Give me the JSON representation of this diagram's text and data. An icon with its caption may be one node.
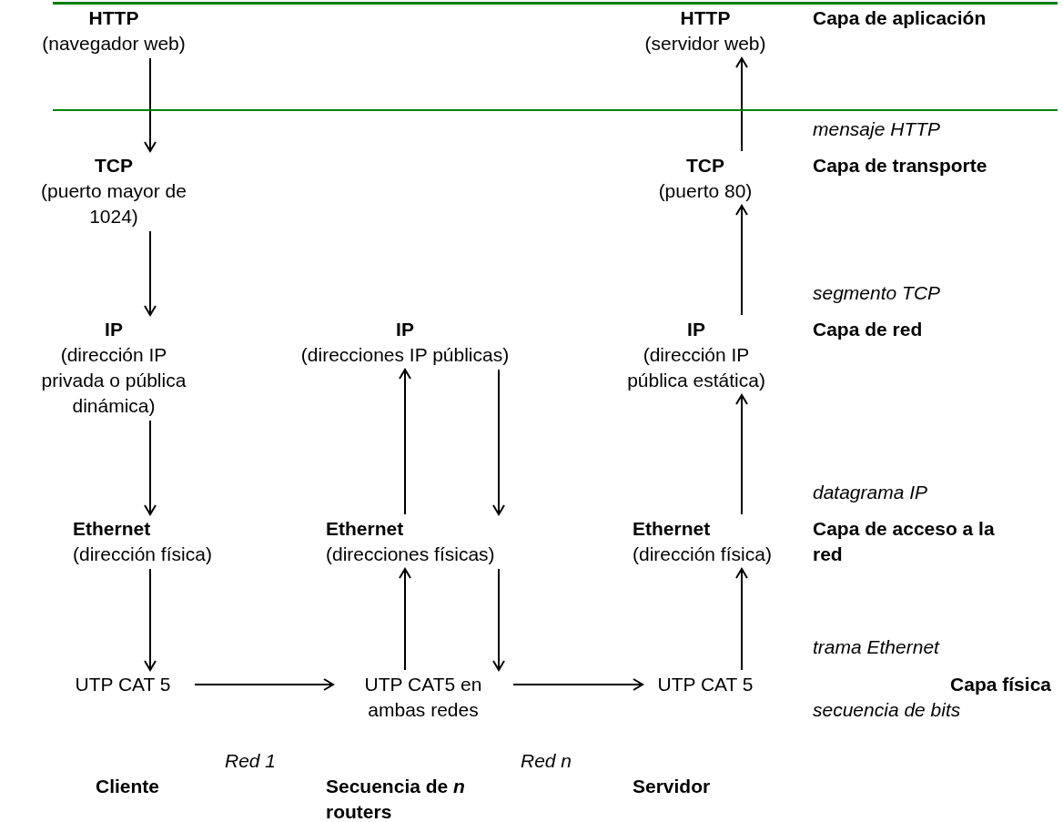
{
  "diagram": {
    "nodes": [
      {
        "text": [
          "HTTP",
          "(navegador web)"
        ]
      },
      {
        "text": [
          "HTTP",
          "(servidor web)"
        ]
      },
      {
        "text": [
          "TCP",
          "(puerto mayor de 1024)"
        ]
      },
      {
        "text": [
          "TCP",
          "(puerto 80)"
        ]
      },
      {
        "text": [
          "IP",
          "(dirección IP privada o pública dinámica)"
        ]
      },
      {
        "text": [
          "IP",
          "(direcciones IP públicas)"
        ]
      },
      {
        "text": [
          "IP",
          "(dirección IP pública estática)"
        ]
      },
      {
        "text": [
          "Ethernet",
          "(dirección física)"
        ]
      },
      {
        "text": [
          "Ethernet",
          "(direcciones físicas)"
        ]
      },
      {
        "text": [
          "Ethernet",
          "(dirección física)"
        ]
      },
      {
        "text": [
          "UTP CAT 5"
        ]
      },
      {
        "text": [
          "UTP CAT5 en ambas redes"
        ]
      },
      {
        "text": [
          "UTP CAT 5"
        ]
      }
    ],
    "edges": [
      {
        "from": 0,
        "to": 2,
        "arrow": "to"
      },
      {
        "from": 2,
        "to": 4,
        "arrow": "to"
      },
      {
        "from": 4,
        "to": 7,
        "arrow": "to"
      },
      {
        "from": 7,
        "to": 10,
        "arrow": "to"
      },
      {
        "from": 10,
        "to": 11,
        "arrow": "to"
      },
      {
        "from": 11,
        "to": 8,
        "arrow": "to"
      },
      {
        "from": 8,
        "to": 5,
        "arrow": "to"
      },
      {
        "from": 5,
        "to": 8,
        "arrow": "to"
      },
      {
        "from": 8,
        "to": 11,
        "arrow": "to"
      },
      {
        "from": 11,
        "to": 12,
        "arrow": "to"
      },
      {
        "from": 12,
        "to": 9,
        "arrow": "to"
      },
      {
        "from": 9,
        "to": 6,
        "arrow": "to"
      },
      {
        "from": 6,
        "to": 3,
        "arrow": "to"
      },
      {
        "from": 3,
        "to": 1,
        "arrow": "to"
      }
    ],
    "labels": [
      "Capa de aplicación",
      "mensaje HTTP",
      "Capa de transporte",
      "segmento TCP",
      "Capa de red",
      "datagrama IP",
      "Capa de acceso a la red",
      "trama Ethernet",
      "Capa física",
      "secuencia de bits",
      "Red 1",
      "Red n",
      "Cliente",
      "Secuencia de *n* routers",
      "Servidor"
    ]
  }
}
